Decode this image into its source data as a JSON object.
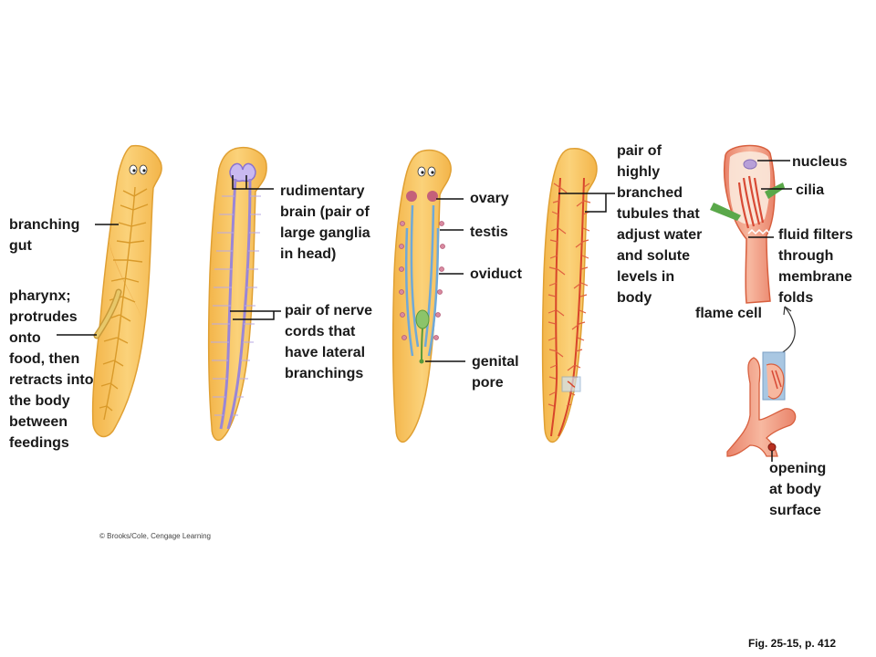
{
  "labels": {
    "branching_gut": "branching\ngut",
    "pharynx": "pharynx;\nprotrudes\nonto\nfood, then\nretracts into\nthe body\nbetween\nfeedings",
    "brain": "rudimentary\nbrain (pair of\nlarge ganglia\nin head)",
    "nerve_cords": "pair of nerve\ncords that\nhave lateral\nbranchings",
    "ovary": "ovary",
    "testis": "testis",
    "oviduct": "oviduct",
    "genital_pore": "genital\npore",
    "tubules": "pair of\nhighly\nbranched\ntubules that\nadjust water\nand solute\nlevels in\nbody",
    "nucleus": "nucleus",
    "cilia": "cilia",
    "fluid_filters": "fluid filters\nthrough\nmembrane\nfolds",
    "flame_cell": "flame cell",
    "opening": "opening\nat body\nsurface"
  },
  "credit": "© Brooks/Cole, Cengage Learning",
  "figure_ref": "Fig. 25-15, p. 412",
  "colors": {
    "body_fill": "#f7c25a",
    "body_outline": "#e0a033",
    "gut": "#d99a2a",
    "nerve": "#9a86d6",
    "reproductive": "#6fa9d8",
    "ovary_testis": "#c4607a",
    "excretory": "#d8452a",
    "flame_cell": "#e8806c",
    "cilia_green": "#5aa84a",
    "inset_box": "#a9c7e2"
  }
}
